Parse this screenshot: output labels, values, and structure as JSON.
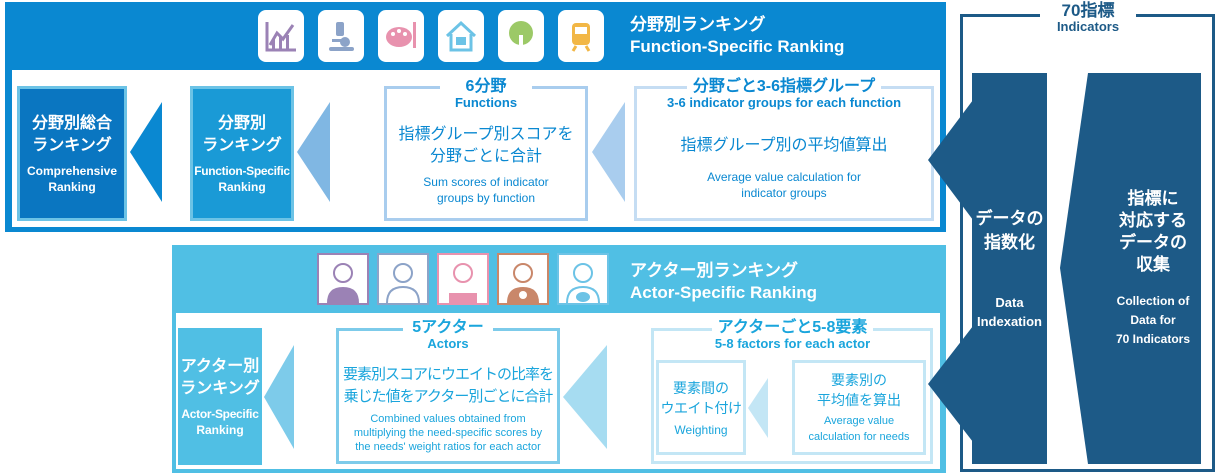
{
  "function_section": {
    "title_jp": "分野別ランキング",
    "title_en": "Function-Specific Ranking",
    "icons": [
      "chart-growth-icon",
      "microscope-icon",
      "palette-icon",
      "house-icon",
      "tree-icon",
      "train-icon"
    ],
    "comprehensive": {
      "jp1": "分野別総合",
      "jp2": "ランキング",
      "en1": "Comprehensive",
      "en2": "Ranking"
    },
    "function_ranking": {
      "jp1": "分野別",
      "jp2": "ランキング",
      "en1": "Function-Specific",
      "en2": "Ranking"
    },
    "functions": {
      "legend_jp": "6分野",
      "legend_en": "Functions",
      "jp1": "指標グループ別スコアを",
      "jp2": "分野ごとに合計",
      "en1": "Sum scores of indicator",
      "en2": "groups by function"
    },
    "indicator_groups": {
      "legend_jp": "分野ごと3-6指標グループ",
      "legend_en": "3-6 indicator groups for each function",
      "jp": "指標グループ別の平均値算出",
      "en1": "Average value calculation for",
      "en2": "indicator groups"
    }
  },
  "actor_section": {
    "title_jp": "アクター別ランキング",
    "title_en": "Actor-Specific Ranking",
    "icons": [
      "businessman-icon",
      "researcher-icon",
      "artist-icon",
      "photographer-icon",
      "parent-icon"
    ],
    "actor_ranking": {
      "jp1": "アクター別",
      "jp2": "ランキング",
      "en1": "Actor-Specific",
      "en2": "Ranking"
    },
    "actors": {
      "legend_jp": "5アクター",
      "legend_en": "Actors",
      "jp1": "要素別スコアにウエイトの比率を",
      "jp2": "乗じた値をアクター別ごとに合計",
      "en1": "Combined values obtained from",
      "en2": "multiplying the need-specific scores by",
      "en3": "the needs' weight ratios for each actor"
    },
    "factors": {
      "legend_jp": "アクターごと5-8要素",
      "legend_en": "5-8 factors for each actor",
      "weighting": {
        "jp1": "要素間の",
        "jp2": "ウエイト付け",
        "en": "Weighting"
      },
      "average": {
        "jp1": "要素別の",
        "jp2": "平均値を算出",
        "en1": "Average value",
        "en2": "calculation for needs"
      }
    }
  },
  "indicators": {
    "legend_jp": "70指標",
    "legend_en": "Indicators",
    "indexation": {
      "jp1": "データの",
      "jp2": "指数化",
      "en1": "Data",
      "en2": "Indexation"
    },
    "collection": {
      "jp1": "指標に",
      "jp2": "対応する",
      "jp3": "データの",
      "jp4": "収集",
      "en1": "Collection of",
      "en2": "Data for",
      "en3": "70 Indicators"
    }
  },
  "colors": {
    "top": "#0a88d1",
    "bottom": "#50bfe4",
    "navy": "#1d5a87"
  }
}
